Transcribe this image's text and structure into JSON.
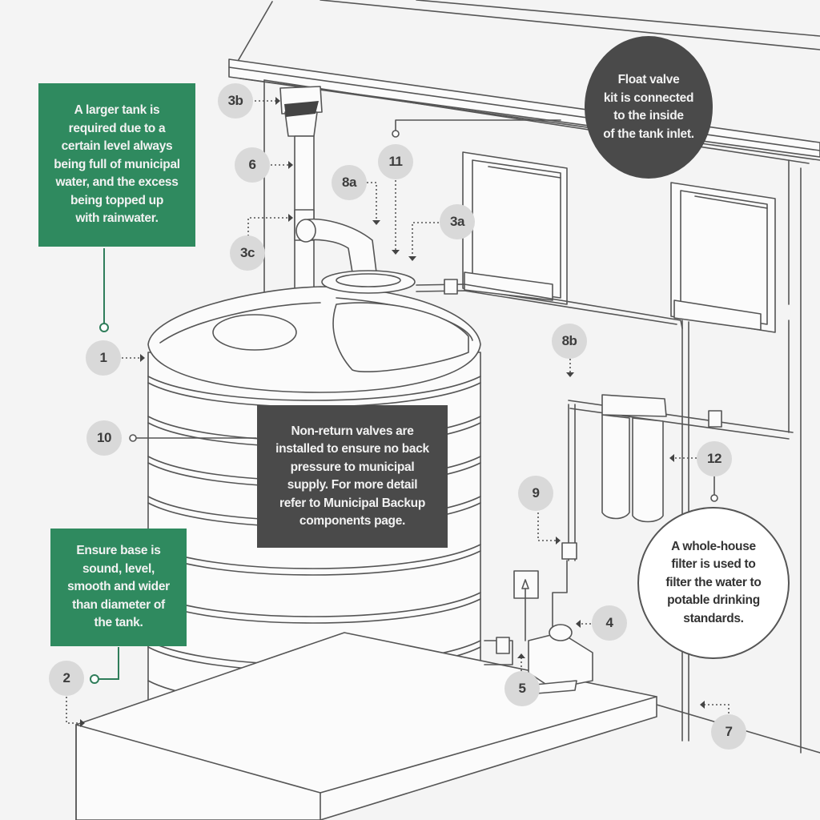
{
  "title": "Municipal backup rainwater tank installation diagram",
  "colors": {
    "green_callout": "#2f8a5f",
    "dark_callout": "#4a4a4a",
    "marker_fill": "#d9d9d9",
    "line": "#555555",
    "background": "#f4f4f4"
  },
  "markers": [
    {
      "id": "3b",
      "label": "3b"
    },
    {
      "id": "6",
      "label": "6"
    },
    {
      "id": "8a",
      "label": "8a"
    },
    {
      "id": "11",
      "label": "11"
    },
    {
      "id": "3a",
      "label": "3a"
    },
    {
      "id": "3c",
      "label": "3c"
    },
    {
      "id": "1",
      "label": "1"
    },
    {
      "id": "8b",
      "label": "8b"
    },
    {
      "id": "10",
      "label": "10"
    },
    {
      "id": "12",
      "label": "12"
    },
    {
      "id": "9",
      "label": "9"
    },
    {
      "id": "4",
      "label": "4"
    },
    {
      "id": "2",
      "label": "2"
    },
    {
      "id": "5",
      "label": "5"
    },
    {
      "id": "7",
      "label": "7"
    }
  ],
  "callouts": {
    "larger_tank": "A larger tank is\nrequired due to a\ncertain level always\nbeing full of municipal\nwater, and the excess\nbeing topped up\nwith rainwater.",
    "float_valve": "Float valve\nkit is connected\nto the inside\nof the tank inlet.",
    "non_return": "Non-return valves are\ninstalled to ensure no back\npressure to municipal\nsupply. For more detail\nrefer to Municipal Backup\ncomponents page.",
    "base": "Ensure base is\nsound, level,\nsmooth and wider\nthan diameter of\nthe tank.",
    "filter": "A whole-house\nfilter is used to\nfilter the water to\npotable drinking\nstandards."
  }
}
